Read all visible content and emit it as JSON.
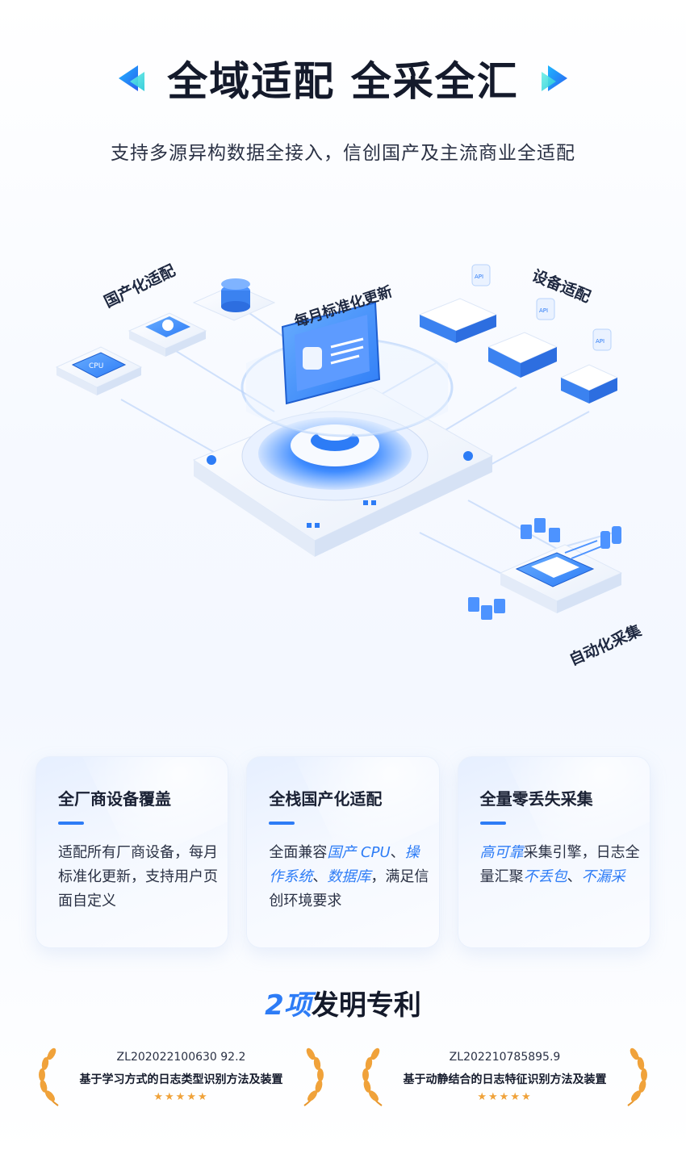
{
  "hero": {
    "title": "全域适配 全采全汇",
    "subtitle": "支持多源异构数据全接入，信创国产及主流商业全适配"
  },
  "illustration": {
    "labels": {
      "domestic": "国产化适配",
      "monthly": "每月标准化更新",
      "device": "设备适配",
      "auto": "自动化采集"
    },
    "chips": {
      "cpu": "CPU",
      "api": "API"
    }
  },
  "cards": [
    {
      "title": "全厂商设备覆盖",
      "body": [
        {
          "text": "适配所有厂商设备，每月标准化更新，支持用户页面自定义",
          "hl": false
        }
      ]
    },
    {
      "title": "全栈国产化适配",
      "body": [
        {
          "text": "全面兼容",
          "hl": false
        },
        {
          "text": "国产 CPU",
          "hl": true
        },
        {
          "text": "、",
          "hl": false
        },
        {
          "text": "操作系统",
          "hl": true
        },
        {
          "text": "、",
          "hl": false
        },
        {
          "text": "数据库",
          "hl": true
        },
        {
          "text": "，满足信创环境要求",
          "hl": false
        }
      ]
    },
    {
      "title": "全量零丢失采集",
      "body": [
        {
          "text": "高可靠",
          "hl": true
        },
        {
          "text": "采集引擎，日志全量汇聚",
          "hl": false
        },
        {
          "text": "不丢包",
          "hl": true
        },
        {
          "text": "、",
          "hl": false
        },
        {
          "text": "不漏采",
          "hl": true
        }
      ]
    }
  ],
  "patents": {
    "heading_num": "2项",
    "heading_text": "发明专利",
    "items": [
      {
        "number": "ZL202022100630 92.2",
        "name": "基于学习方式的日志类型识别方法及装置",
        "stars": "★★★★★"
      },
      {
        "number": "ZL202210785895.9",
        "name": "基于动静结合的日志特征识别方法及装置",
        "stars": "★★★★★"
      }
    ]
  },
  "colors": {
    "accent": "#2d7cf6",
    "gold": "#f0a23a",
    "title": "#141a2b"
  }
}
